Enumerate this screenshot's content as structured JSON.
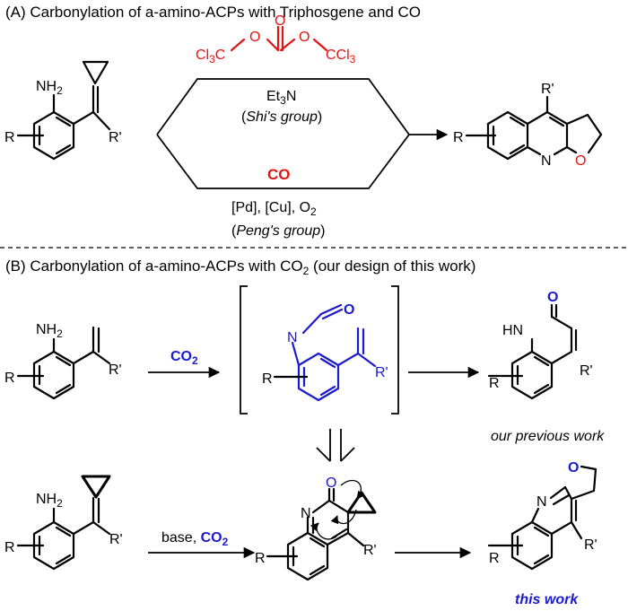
{
  "section_a": {
    "title": "(A) Carbonylation of a-amino-ACPs with Triphosgene and CO",
    "reagent_top": "Cl3C O O CCl3",
    "condition_top_1": "Et3N",
    "condition_top_2": "(Shi's group)",
    "reagent_bottom": "CO",
    "condition_bottom_1": "[Pd], [Cu], O2",
    "condition_bottom_2": "(Peng's group)"
  },
  "section_b": {
    "title": "(B) Carbonylation of a-amino-ACPs with CO2 (our design of this work)",
    "reagent_1": "CO2",
    "previous_caption": "our previous work",
    "conditions_2": "base, CO2",
    "this_work_caption": "this work"
  },
  "atoms": {
    "nh2": "NH2",
    "r": "R",
    "r_prime": "R'",
    "n": "N",
    "o": "O",
    "hn": "HN"
  },
  "colors": {
    "red": "#e31414",
    "blue": "#1a1ad0",
    "black": "#000000"
  }
}
